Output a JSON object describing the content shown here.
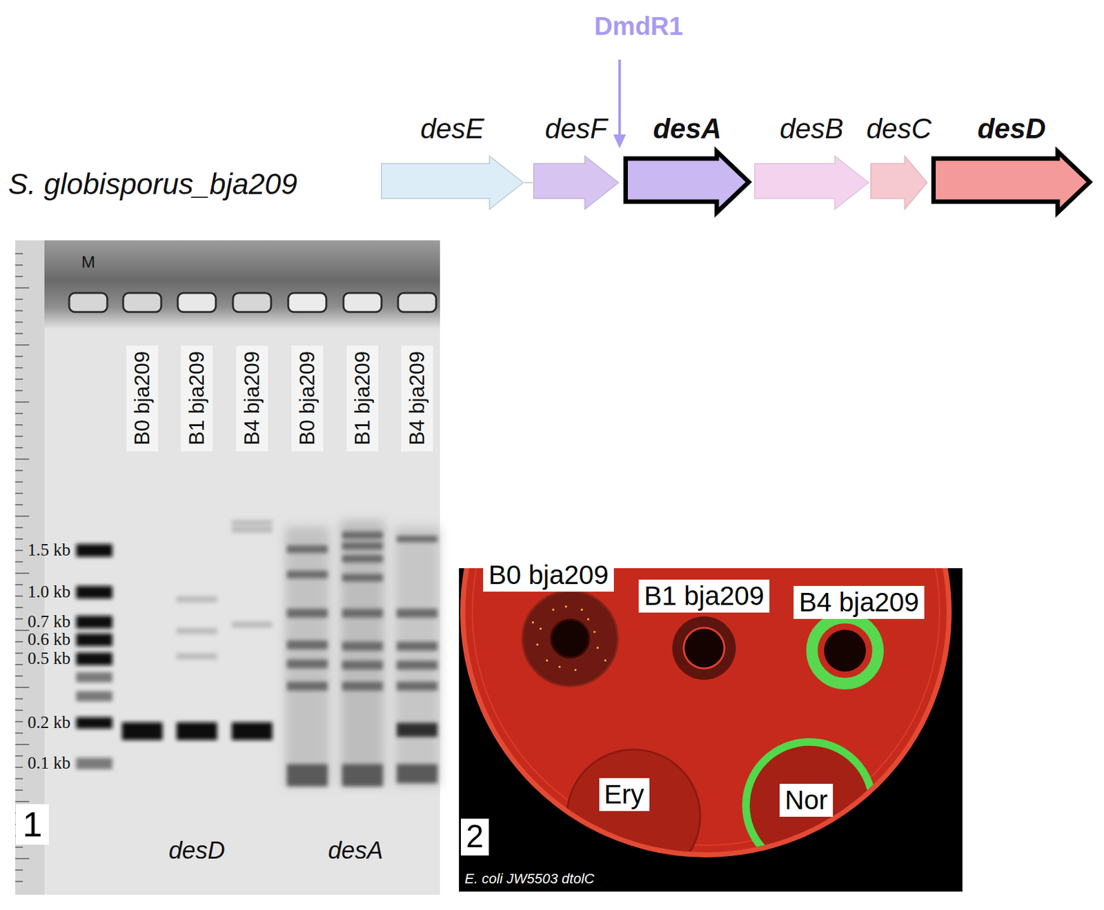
{
  "diagram": {
    "nodes": [
      {
        "text": [
          "desE"
        ]
      },
      {
        "text": [
          "desF"
        ]
      },
      {
        "text": [
          "desA"
        ]
      },
      {
        "text": [
          "desB"
        ]
      },
      {
        "text": [
          "desC"
        ]
      },
      {
        "text": [
          "desD"
        ]
      }
    ],
    "labels": [
      "DmdR1",
      "S. globisporus_bja209",
      "M",
      "B0 bja209",
      "B1 bja209",
      "B4 bja209",
      "B0 bja209",
      "B1 bja209",
      "B4 bja209",
      "1.5 kb",
      "1.0 kb",
      "0.7 kb",
      "0.6 kb",
      "0.5 kb",
      "0.2 kb",
      "0.1 kb",
      "1",
      "desD",
      "desA",
      "B0 bja209",
      "B1 bja209",
      "B4 bja209",
      "Ery",
      "Nor",
      "2",
      "E. coli JW5503 dtolC"
    ]
  }
}
